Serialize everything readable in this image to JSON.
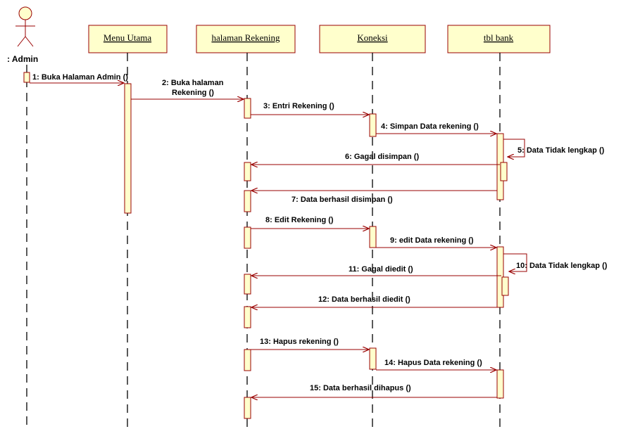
{
  "actor": {
    "name": ": Admin"
  },
  "lifelines": [
    {
      "id": "menu",
      "label": "Menu Utama"
    },
    {
      "id": "halaman",
      "label": "halaman Rekening"
    },
    {
      "id": "koneksi",
      "label": "Koneksi"
    },
    {
      "id": "tbl",
      "label": "tbl bank"
    }
  ],
  "messages": [
    {
      "text": "1: Buka Halaman Admin ()"
    },
    {
      "text": "2:  Buka halaman"
    },
    {
      "text": "Rekening ()"
    },
    {
      "text": "3:  Entri Rekening ()"
    },
    {
      "text": "4:  Simpan Data rekening ()"
    },
    {
      "text": "5:  Data Tidak lengkap ()"
    },
    {
      "text": "6:  Gagal disimpan ()"
    },
    {
      "text": "7:  Data berhasil disimpan ()"
    },
    {
      "text": "8:  Edit Rekening ()"
    },
    {
      "text": "9:  edit Data rekening ()"
    },
    {
      "text": "10:  Data Tidak lengkap ()"
    },
    {
      "text": "11:  Gagal diedit ()"
    },
    {
      "text": "12:  Data berhasil diedit ()"
    },
    {
      "text": "13:  Hapus rekening ()"
    },
    {
      "text": "14:  Hapus Data rekening ()"
    },
    {
      "text": "15:  Data berhasil dihapus ()"
    }
  ],
  "colors": {
    "box_fill": "#ffffcc",
    "box_stroke": "#990000",
    "arrow": "#990000",
    "lifeline": "#000000"
  }
}
